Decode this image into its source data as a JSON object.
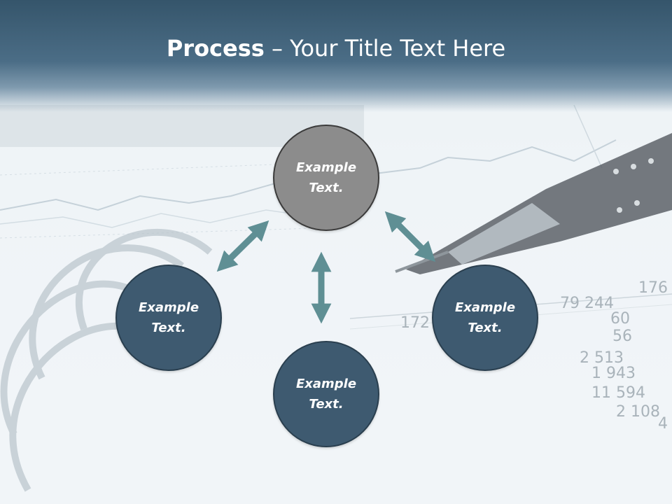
{
  "slide": {
    "title_bold": "Process",
    "title_rest": " – Your Title Text Here",
    "bg_numbers": [
      "79 244",
      "60",
      "56",
      "2 513",
      "1 943",
      "11 594",
      "2 108",
      "176",
      "172",
      "4"
    ]
  },
  "diagram": {
    "nodes": [
      {
        "id": "top",
        "line1": "Example",
        "line2": "Text."
      },
      {
        "id": "left",
        "line1": "Example",
        "line2": "Text."
      },
      {
        "id": "bottom",
        "line1": "Example",
        "line2": "Text."
      },
      {
        "id": "right",
        "line1": "Example",
        "line2": "Text."
      }
    ],
    "colors": {
      "center_fill": "#8c8c8c",
      "node_fill": "#3e5a70",
      "arrow": "#5f8f94",
      "header": "#3f6178"
    }
  }
}
